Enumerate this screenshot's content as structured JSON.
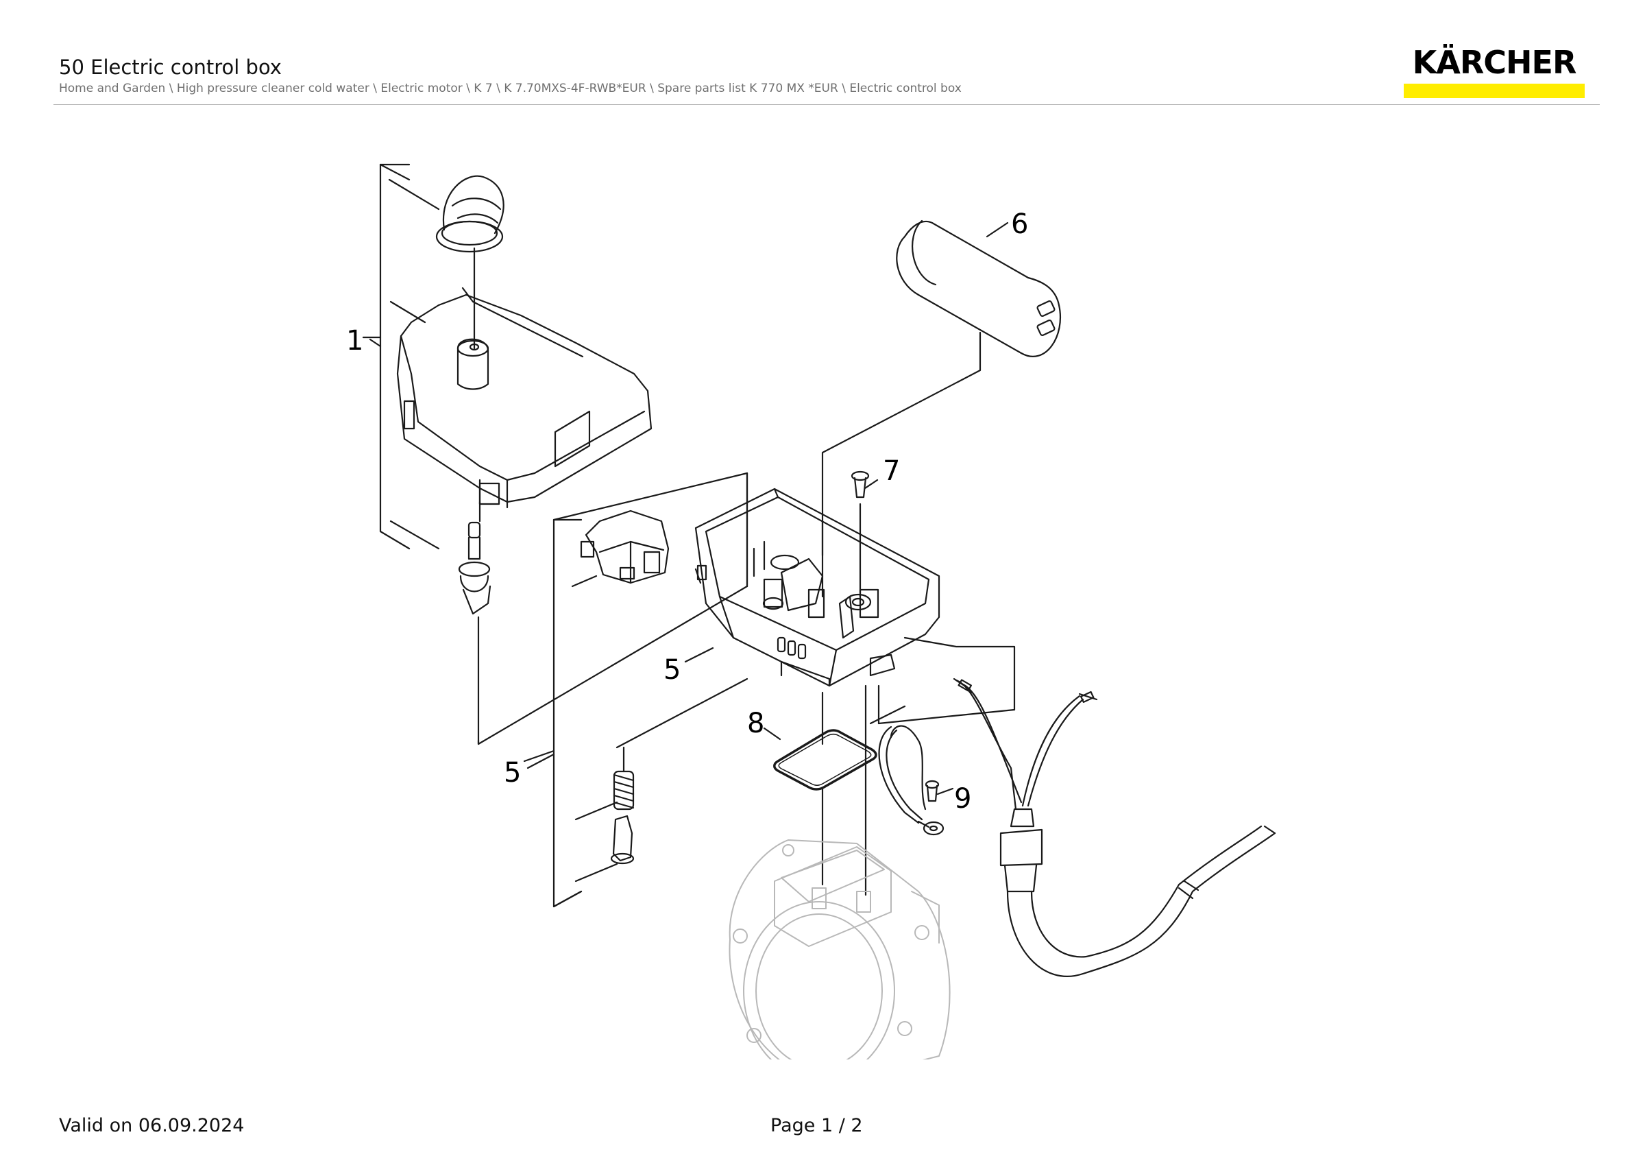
{
  "header": {
    "title": "50 Electric control box",
    "breadcrumb": "Home and Garden \\ High pressure cleaner cold water \\ Electric motor \\ K 7 \\ K 7.70MXS-4F-RWB*EUR \\ Spare parts list K 770 MX *EUR \\ Electric control box"
  },
  "brand": {
    "name": "KÄRCHER",
    "accent_color": "#ffed00"
  },
  "diagram": {
    "callouts": [
      "1",
      "5",
      "5",
      "6",
      "7",
      "8",
      "9"
    ]
  },
  "footer": {
    "valid_on": "Valid on 06.09.2024",
    "page": "Page 1 / 2"
  }
}
